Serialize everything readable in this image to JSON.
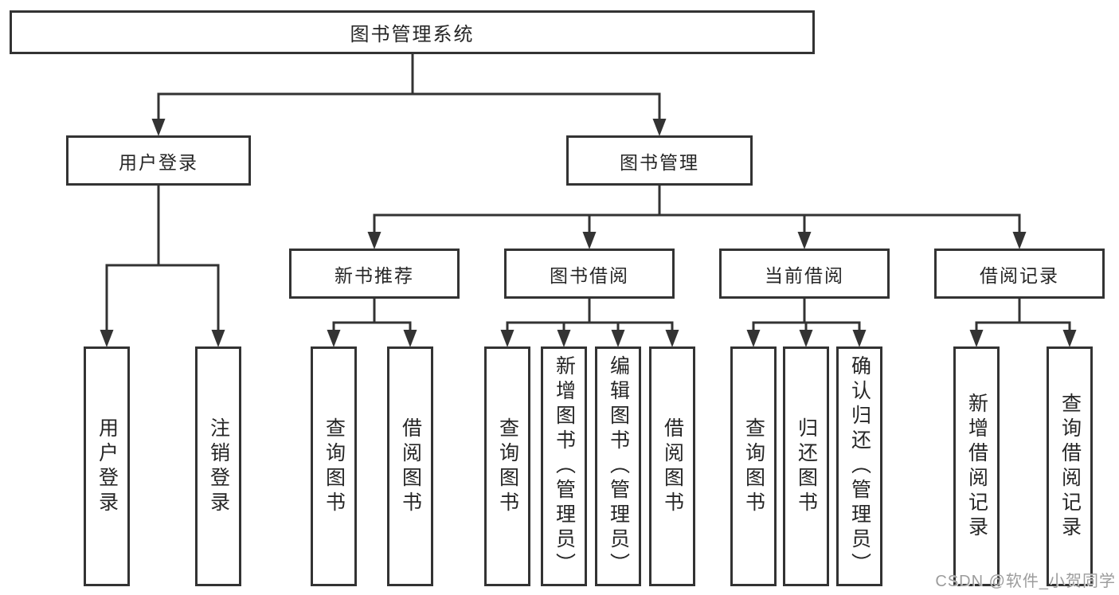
{
  "colors": {
    "line": "#333333",
    "text": "#262626",
    "bg": "#ffffff",
    "watermark": "#9c9c9c"
  },
  "tree": {
    "root": {
      "label": "图书管理系统"
    },
    "branches": [
      {
        "label": "用户登录",
        "leaves": [
          {
            "label": "用户登录"
          },
          {
            "label": "注销登录"
          }
        ]
      },
      {
        "label": "图书管理",
        "groups": [
          {
            "label": "新书推荐",
            "leaves": [
              {
                "label": "查询图书"
              },
              {
                "label": "借阅图书"
              }
            ]
          },
          {
            "label": "图书借阅",
            "leaves": [
              {
                "label": "查询图书"
              },
              {
                "label": "新增图书（管理员）"
              },
              {
                "label": "编辑图书（管理员）"
              },
              {
                "label": "借阅图书"
              }
            ]
          },
          {
            "label": "当前借阅",
            "leaves": [
              {
                "label": "查询图书"
              },
              {
                "label": "归还图书"
              },
              {
                "label": "确认归还（管理员）"
              }
            ]
          },
          {
            "label": "借阅记录",
            "leaves": [
              {
                "label": "新增借阅记录"
              },
              {
                "label": "查询借阅记录"
              }
            ]
          }
        ]
      }
    ]
  },
  "watermark": {
    "text": "CSDN @软件_小贺同学"
  }
}
